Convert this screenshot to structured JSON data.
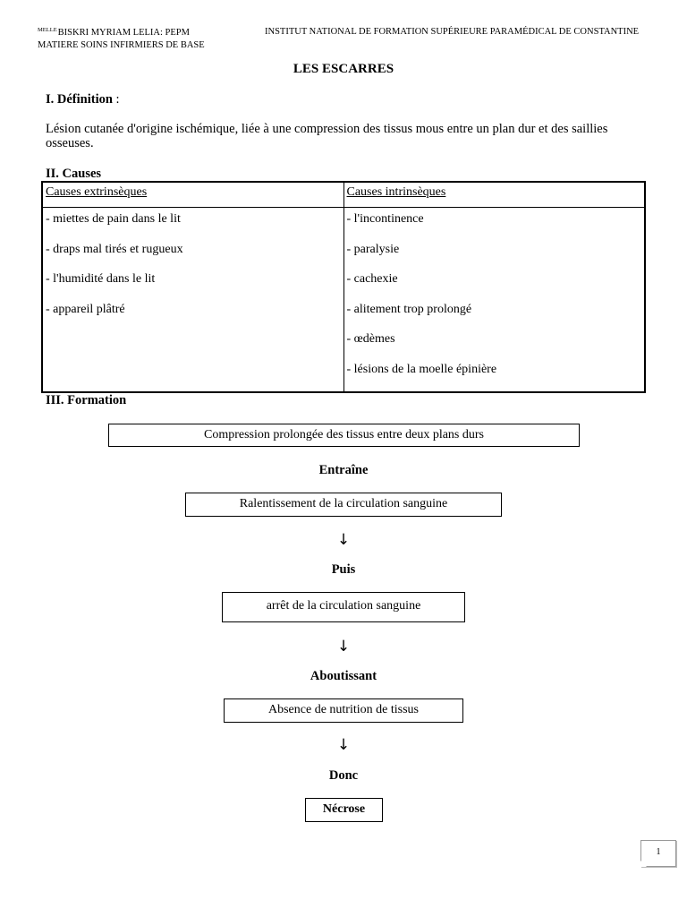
{
  "header": {
    "superscript": "MELLE",
    "left_line1": "BISKRI MYRIAM LELIA: PEPM",
    "left_line2": "MATIERE SOINS INFIRMIERS DE BASE",
    "right": "INSTITUT NATIONAL DE FORMATION SUPÉRIEURE PARAMÉDICAL DE CONSTANTINE"
  },
  "title": "LES ESCARRES",
  "definition": {
    "heading": "I. Définition",
    "heading_suffix": " :",
    "text": "Lésion cutanée d'origine ischémique, liée à une compression des tissus mous entre un plan dur et des saillies osseuses."
  },
  "causes": {
    "heading": "II. Causes",
    "col1_header": "Causes extrinsèques",
    "col2_header": "Causes intrinsèques",
    "extrinsic": [
      "- miettes de pain dans le lit",
      "- draps mal tirés et rugueux",
      "- l'humidité dans le lit",
      "- appareil plâtré"
    ],
    "intrinsic": [
      "- l'incontinence",
      "- paralysie",
      "- cachexie",
      "- alitement trop prolongé",
      "- œdèmes",
      "- lésions de la moelle épinière"
    ]
  },
  "formation": {
    "heading": "III. Formation",
    "step1": "Compression prolongée des tissus entre deux plans durs",
    "link1": "Entraîne",
    "step2": "Ralentissement de la circulation sanguine",
    "arrow1": "↓",
    "link2": "Puis",
    "step3": "arrêt de la circulation sanguine",
    "arrow2": "↓",
    "link3": "Aboutissant",
    "step4": "Absence de nutrition de tissus",
    "arrow3": "↓",
    "link4": "Donc",
    "step5": "Nécrose"
  },
  "page_number": "1"
}
